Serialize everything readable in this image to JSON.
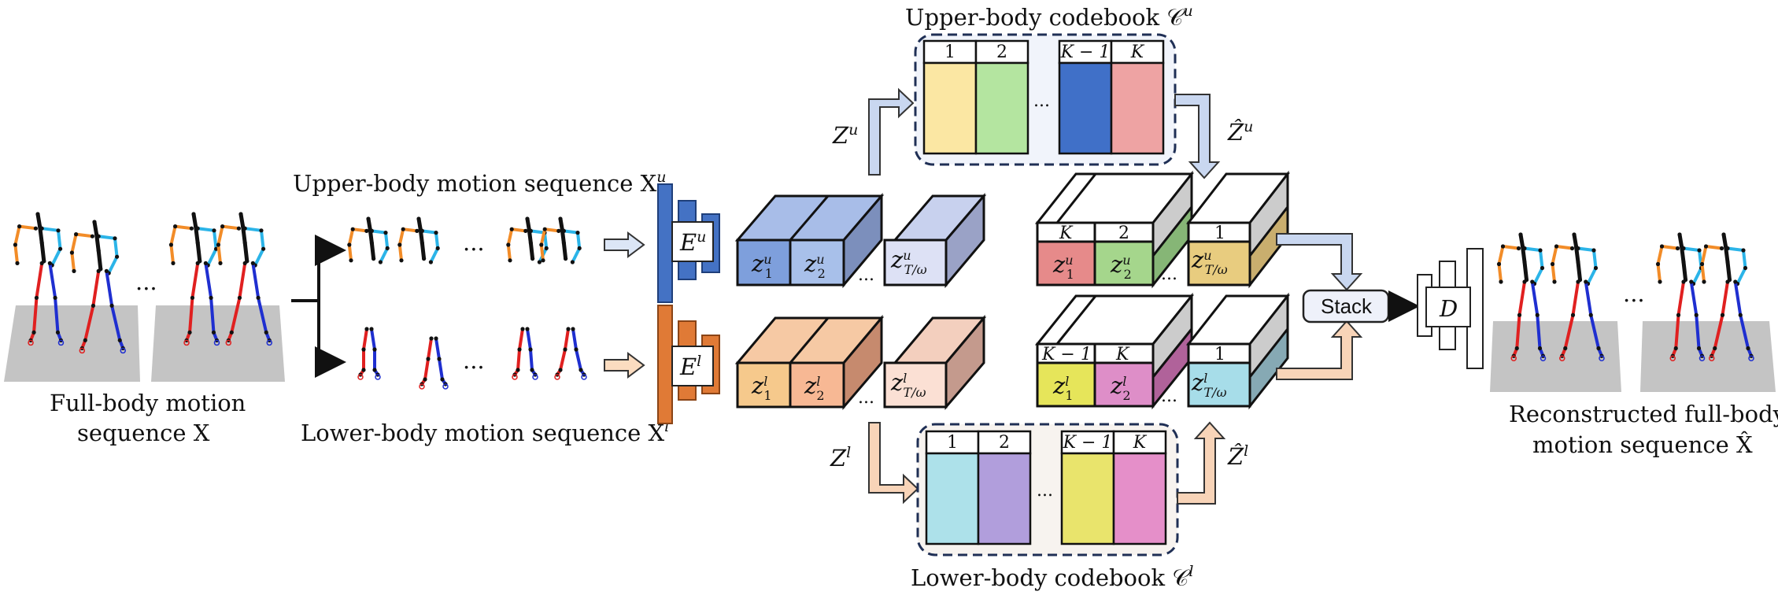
{
  "captions": {
    "full_body": [
      "Full-body motion",
      "sequence X"
    ],
    "upper_seq": "Upper-body motion sequence X",
    "upper_seq_sup": "u",
    "lower_seq": "Lower-body motion sequence X",
    "lower_seq_sup": "l",
    "upper_codebook": "Upper-body codebook 𝒞",
    "upper_codebook_sup": "u",
    "lower_codebook": "Lower-body codebook 𝒞",
    "lower_codebook_sup": "l",
    "reconstructed": [
      "Reconstructed full-body",
      "motion sequence X̂"
    ]
  },
  "encoders": {
    "upper": {
      "base": "E",
      "sup": "u"
    },
    "lower": {
      "base": "E",
      "sup": "l"
    }
  },
  "decoder": "D",
  "stack": "Stack",
  "latents": {
    "upper": {
      "base": "Z",
      "sup": "u"
    },
    "lower": {
      "base": "Z",
      "sup": "l"
    },
    "upper_hat": {
      "base": "Ẑ",
      "sup": "u"
    },
    "lower_hat": {
      "base": "Ẑ",
      "sup": "l"
    }
  },
  "codebook_upper": {
    "cells": [
      "1",
      "2",
      "K − 1",
      "K"
    ],
    "colors": [
      "#fbe7a3",
      "#b4e5a0",
      "#4070c8",
      "#eea3a3"
    ],
    "ellipsis": "..."
  },
  "codebook_lower": {
    "cells": [
      "1",
      "2",
      "K − 1",
      "K"
    ],
    "colors": [
      "#ade1ea",
      "#b19edc",
      "#e9e46c",
      "#e58fc9"
    ],
    "ellipsis": "..."
  },
  "enc_tokens_upper": [
    "z",
    "z",
    "z"
  ],
  "enc_tokens_upper_sub": [
    "1",
    "2",
    "T/ω"
  ],
  "enc_tokens_upper_sup": "u",
  "enc_tokens_lower_sub": [
    "1",
    "2",
    "T/ω"
  ],
  "enc_tokens_lower_sup": "l",
  "quant_upper_labels": [
    "K",
    "2",
    "1"
  ],
  "quant_lower_labels": [
    "K − 1",
    "K",
    "1"
  ],
  "quant_upper_colors": [
    "#e68a8a",
    "#a5d68c",
    "#e8cc7f"
  ],
  "quant_lower_colors": [
    "#e6e55a",
    "#de8ec8",
    "#a7dde9"
  ],
  "ellipsis": "..."
}
